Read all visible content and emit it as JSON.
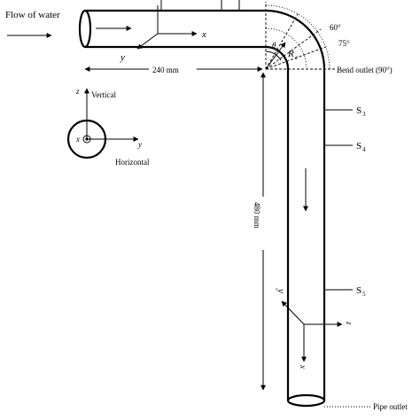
{
  "labels": {
    "flow_of_water": "Flow of water",
    "axis_x": "x",
    "axis_y": "y",
    "axis_z": "z",
    "angle_60": "60°",
    "angle_75": "75°",
    "theta": "θ",
    "radius": "R",
    "radius_sub": "c",
    "bend_outlet": "Bend outlet (90°)",
    "len_240": "240 mm",
    "len_480": "480 mm",
    "vertical": "Vertical",
    "horizontal": "Horizontal",
    "s3": "S",
    "s3_sub": "3",
    "s4": "S",
    "s4_sub": "4",
    "s5": "S",
    "s5_sub": "5",
    "pipe_outlet": "Pipe outlet"
  }
}
